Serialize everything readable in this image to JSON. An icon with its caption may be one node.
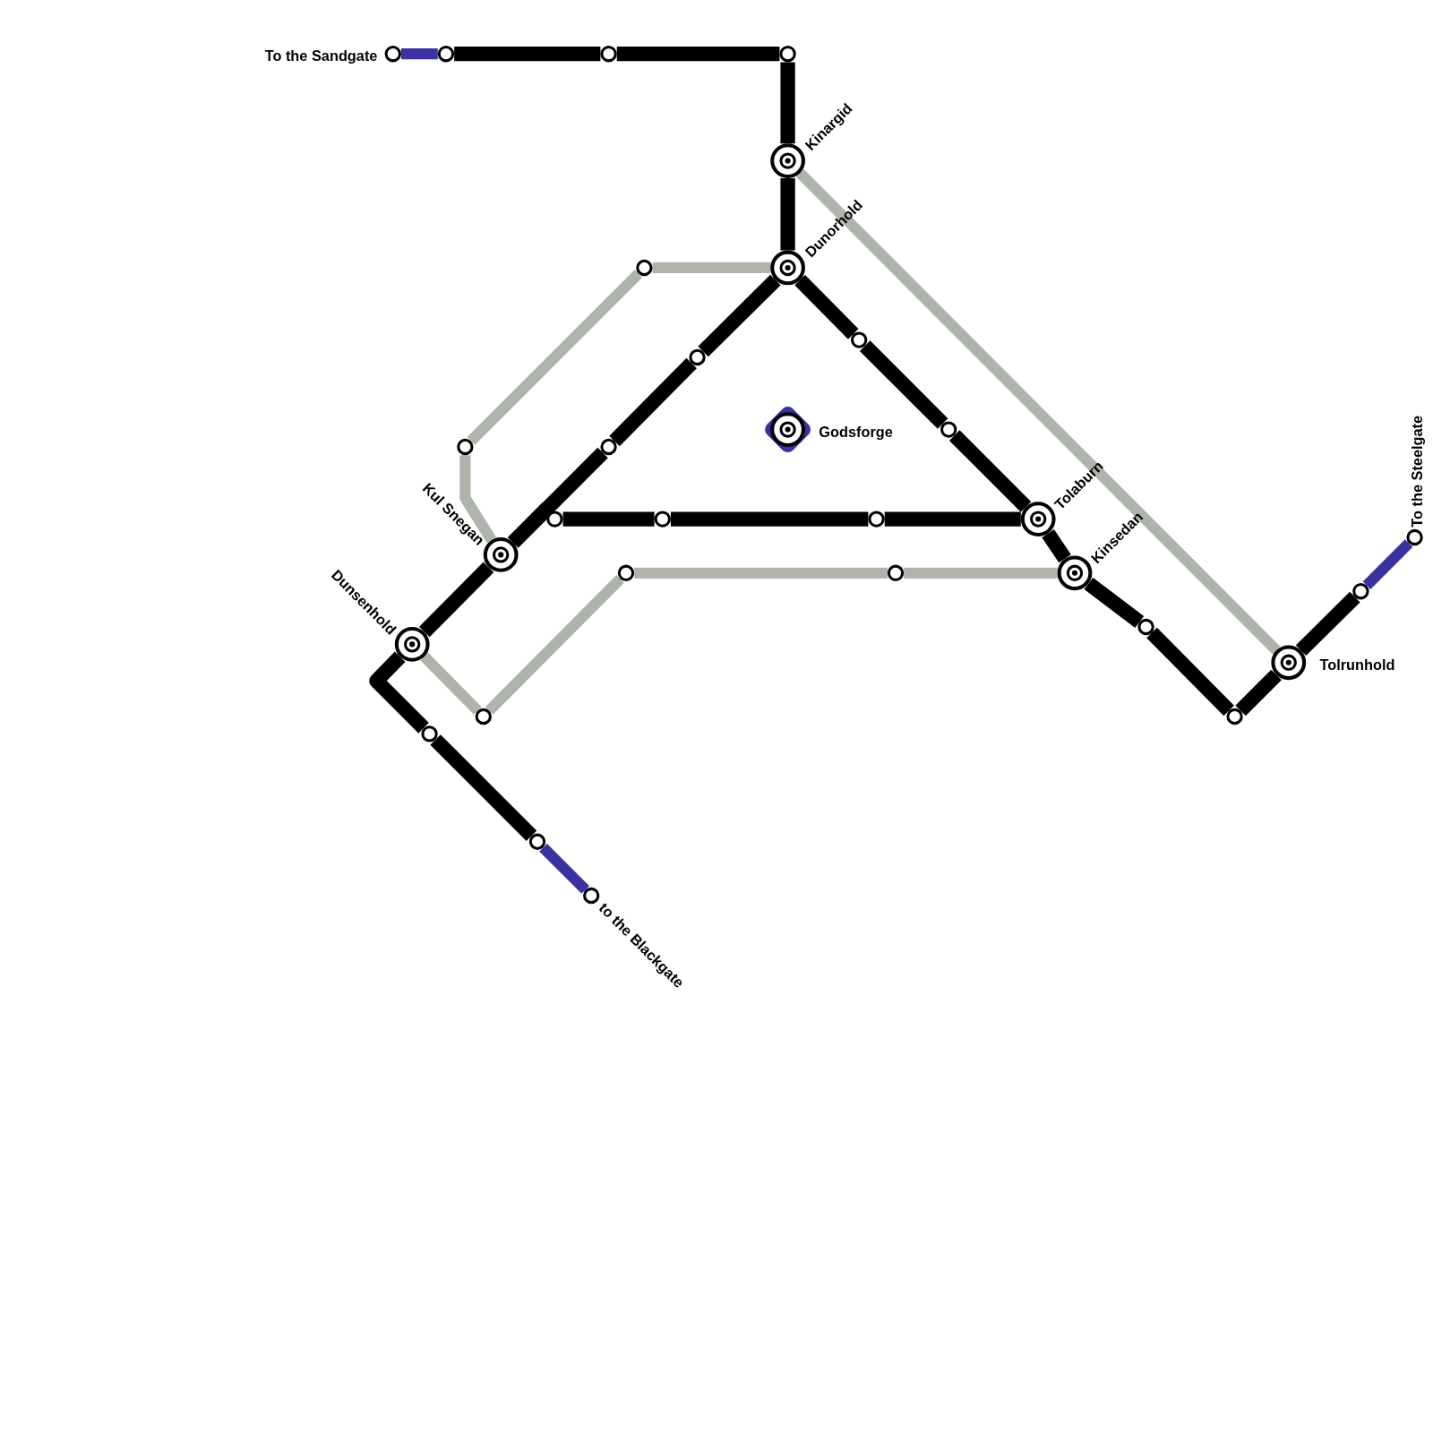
{
  "diagram": {
    "nodes": [
      {
        "text": [
          "To the Sandgate"
        ]
      },
      {
        "text": [],
        "shape": "circle"
      },
      {
        "text": [],
        "shape": "circle"
      },
      {
        "text": [],
        "shape": "circle"
      },
      {
        "text": [
          "Kinargid"
        ]
      },
      {
        "text": [
          "Dunorhold"
        ]
      },
      {
        "text": [
          "Godsforge"
        ]
      },
      {
        "text": [],
        "shape": "circle"
      },
      {
        "text": [],
        "shape": "circle"
      },
      {
        "text": [
          "Kul Snegan"
        ]
      },
      {
        "text": [
          "Dunsenhold"
        ]
      },
      {
        "text": [],
        "shape": "circle"
      },
      {
        "text": [],
        "shape": "circle"
      },
      {
        "text": [],
        "shape": "circle"
      },
      {
        "text": [],
        "shape": "circle"
      },
      {
        "text": [],
        "shape": "circle"
      },
      {
        "text": [
          "Tolaburn"
        ]
      },
      {
        "text": [],
        "shape": "circle"
      },
      {
        "text": [],
        "shape": "circle"
      },
      {
        "text": [
          "Kinsedan"
        ]
      },
      {
        "text": [],
        "shape": "circle"
      },
      {
        "text": [],
        "shape": "circle"
      },
      {
        "text": [],
        "shape": "circle"
      },
      {
        "text": [],
        "shape": "circle"
      },
      {
        "text": [],
        "shape": "circle"
      },
      {
        "text": [
          "to the Blackgate"
        ]
      },
      {
        "text": [],
        "shape": "circle"
      },
      {
        "text": [],
        "shape": "circle"
      },
      {
        "text": [
          "Tolrunhold"
        ]
      },
      {
        "text": [],
        "shape": "circle"
      },
      {
        "text": [
          "To the Steelgate"
        ]
      }
    ],
    "edges": [
      {
        "from": 0,
        "to": 1,
        "arrow": "none",
        "color": "#3a32a0"
      },
      {
        "from": 1,
        "to": 2,
        "arrow": "none"
      },
      {
        "from": 2,
        "to": 3,
        "arrow": "none"
      },
      {
        "from": 3,
        "to": 4,
        "arrow": "none"
      },
      {
        "from": 4,
        "to": 5,
        "arrow": "none"
      },
      {
        "from": 5,
        "to": 11,
        "arrow": "none"
      },
      {
        "from": 11,
        "to": 12,
        "arrow": "none"
      },
      {
        "from": 12,
        "to": 9,
        "arrow": "none"
      },
      {
        "from": 9,
        "to": 10,
        "arrow": "none"
      },
      {
        "from": 10,
        "to": 23,
        "arrow": "none"
      },
      {
        "from": 23,
        "to": 24,
        "arrow": "none"
      },
      {
        "from": 24,
        "to": 25,
        "arrow": "none",
        "color": "#3a32a0"
      },
      {
        "from": 9,
        "to": 13,
        "arrow": "none"
      },
      {
        "from": 13,
        "to": 14,
        "arrow": "none"
      },
      {
        "from": 14,
        "to": 15,
        "arrow": "none"
      },
      {
        "from": 15,
        "to": 16,
        "arrow": "none"
      },
      {
        "from": 5,
        "to": 17,
        "arrow": "none"
      },
      {
        "from": 17,
        "to": 18,
        "arrow": "none"
      },
      {
        "from": 18,
        "to": 16,
        "arrow": "none"
      },
      {
        "from": 16,
        "to": 19,
        "arrow": "none"
      },
      {
        "from": 19,
        "to": 26,
        "arrow": "none"
      },
      {
        "from": 26,
        "to": 27,
        "arrow": "none"
      },
      {
        "from": 27,
        "to": 28,
        "arrow": "none"
      },
      {
        "from": 28,
        "to": 29,
        "arrow": "none"
      },
      {
        "from": 29,
        "to": 30,
        "arrow": "none",
        "color": "#3a32a0"
      },
      {
        "from": 4,
        "to": 28,
        "arrow": "none",
        "color": "#aeb3ab"
      },
      {
        "from": 5,
        "to": 7,
        "arrow": "none",
        "color": "#aeb3ab"
      },
      {
        "from": 7,
        "to": 8,
        "arrow": "none",
        "color": "#aeb3ab"
      },
      {
        "from": 8,
        "to": 9,
        "arrow": "none",
        "color": "#aeb3ab"
      },
      {
        "from": 10,
        "to": 22,
        "arrow": "none",
        "color": "#aeb3ab"
      },
      {
        "from": 22,
        "to": 20,
        "arrow": "none",
        "color": "#aeb3ab"
      },
      {
        "from": 20,
        "to": 21,
        "arrow": "none",
        "color": "#aeb3ab"
      },
      {
        "from": 21,
        "to": 19,
        "arrow": "none",
        "color": "#aeb3ab"
      }
    ]
  }
}
